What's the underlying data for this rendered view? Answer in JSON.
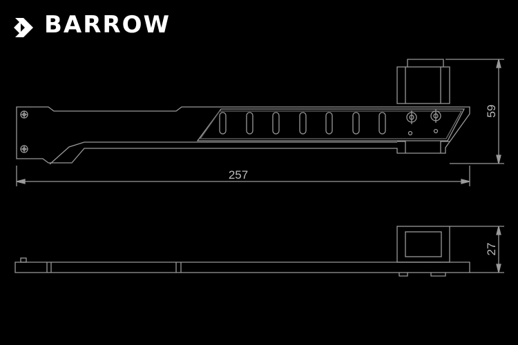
{
  "brand": {
    "name": "BARROW",
    "logo_icon": "barrow-chevron-logo"
  },
  "dimensions": {
    "length": "257",
    "height_top_view": "59",
    "height_side_view": "27"
  },
  "colors": {
    "background": "#000000",
    "line": "#9a9a9a",
    "text": "#ffffff",
    "dim_text": "#bdbdbd"
  }
}
